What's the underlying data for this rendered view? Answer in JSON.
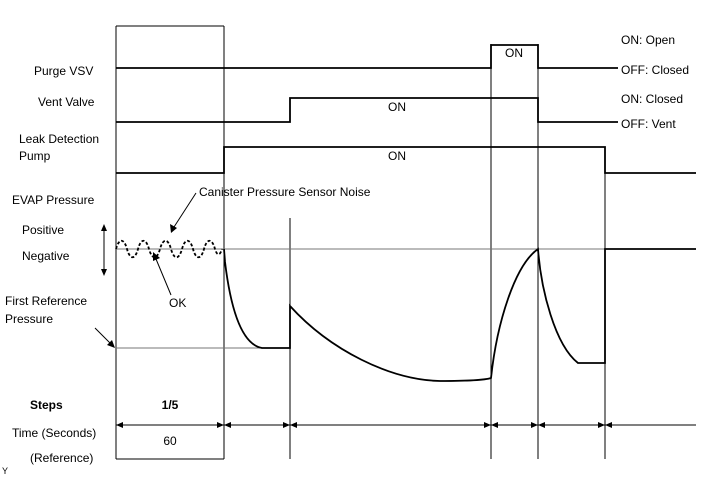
{
  "signals": {
    "purge_vsv": "Purge VSV",
    "vent_valve": "Vent Valve",
    "leak_pump_line1": "Leak Detection",
    "leak_pump_line2": "Pump",
    "evap_pressure": "EVAP Pressure",
    "positive": "Positive",
    "negative": "Negative",
    "first_ref_line1": "First Reference",
    "first_ref_line2": "Pressure"
  },
  "states": {
    "purge_on": "ON",
    "vent_on": "ON",
    "pump_on": "ON"
  },
  "legend": {
    "purge_on": "ON: Open",
    "purge_off": "OFF: Closed",
    "vent_on": "ON: Closed",
    "vent_off": "OFF: Vent"
  },
  "annotations": {
    "noise": "Canister Pressure Sensor Noise",
    "ok": "OK"
  },
  "table": {
    "steps_label": "Steps",
    "step_value": "1/5",
    "time_label": "Time (Seconds)",
    "time_value": "60",
    "reference_label": "(Reference)"
  },
  "footer_mark": "Y"
}
